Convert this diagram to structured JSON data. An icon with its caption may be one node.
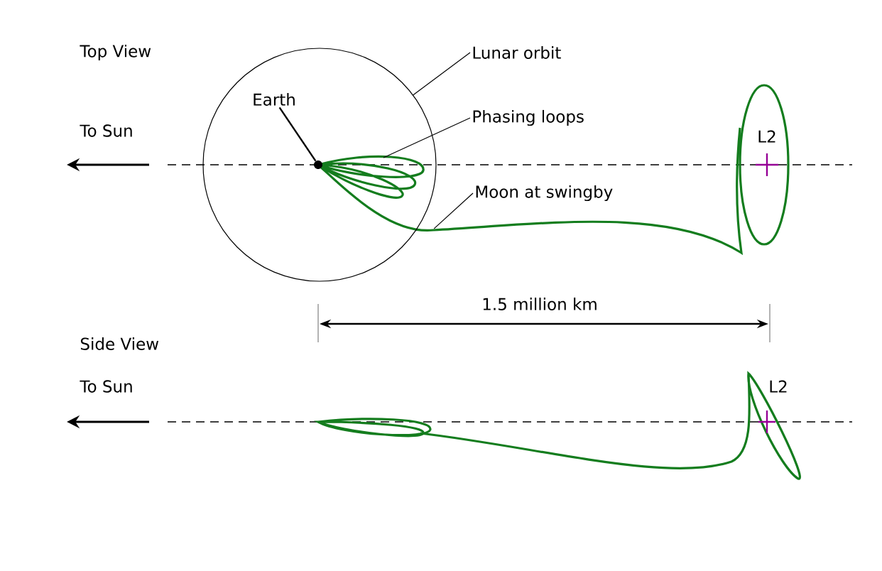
{
  "diagram": {
    "nodes": [
      {
        "text": [],
        "shape": "circle"
      },
      {
        "text": [
          "Earth"
        ],
        "in": 0
      },
      {
        "text": [],
        "shape": "circle",
        "in": 0
      },
      {
        "text": [
          "Lunar orbit"
        ]
      },
      {
        "text": [
          "Phasing loops"
        ]
      },
      {
        "text": [
          "Moon at swingby"
        ]
      }
    ],
    "edges": [
      {
        "from": 1,
        "to": 2,
        "arrow": "none"
      },
      {
        "from": 3,
        "to": 0,
        "arrow": "none"
      },
      {
        "from": 4,
        "to": null,
        "arrow": "none"
      },
      {
        "from": 5,
        "to": 0,
        "arrow": "none"
      }
    ],
    "labels": [
      "Top View",
      "To Sun",
      "L2",
      "1.5 million km",
      "Side View",
      "To Sun",
      "L2"
    ]
  }
}
